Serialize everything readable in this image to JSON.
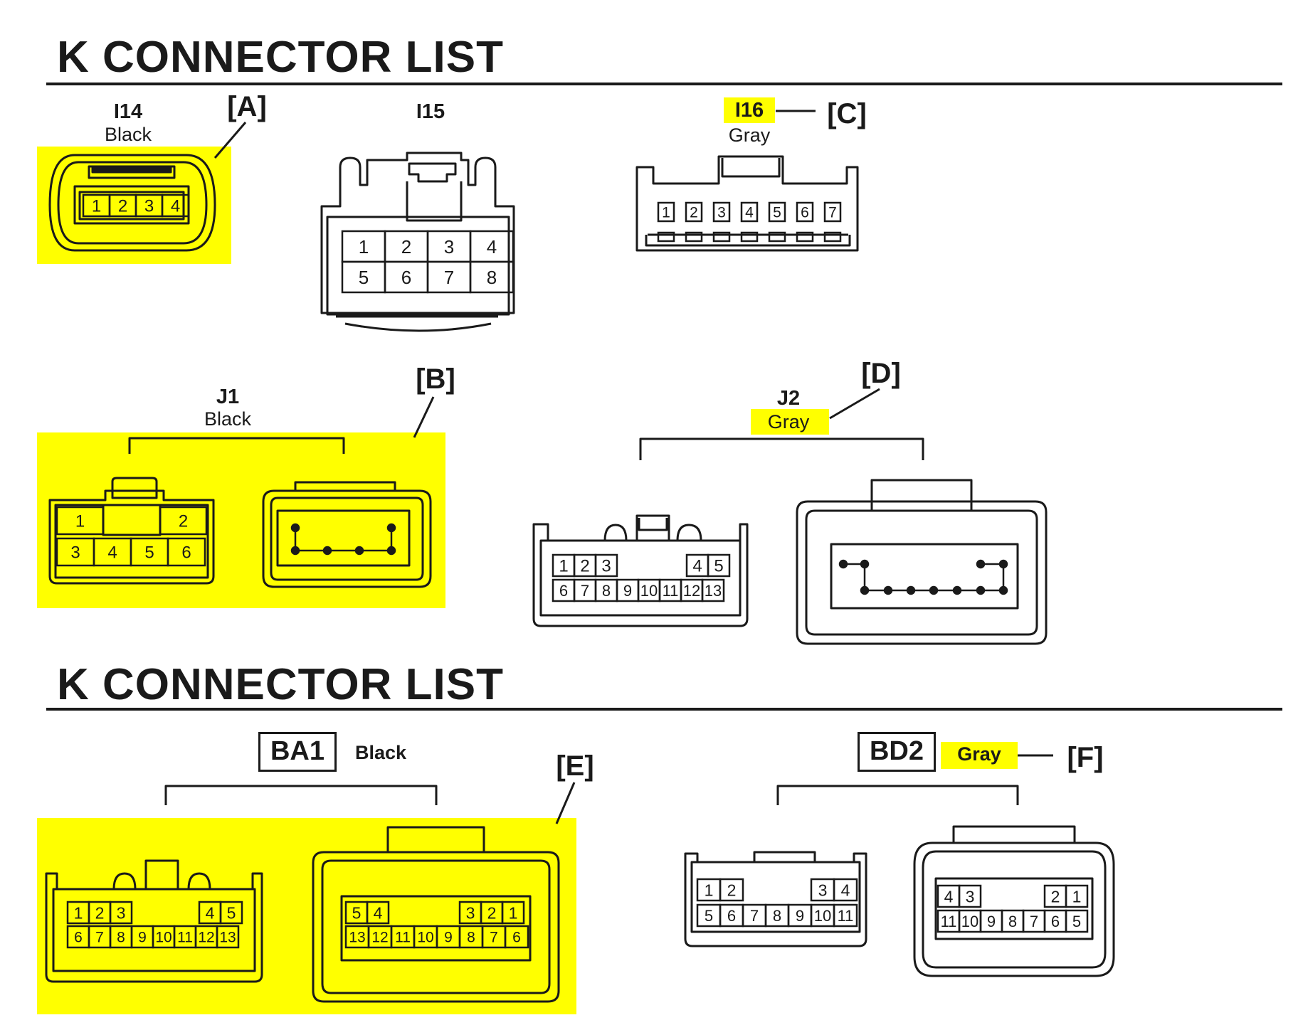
{
  "page_titles": [
    "K  CONNECTOR LIST",
    "K  CONNECTOR LIST"
  ],
  "highlight_color": "#ffff00",
  "connectors": {
    "I14": {
      "code": "I14",
      "color": "Black",
      "callout": "[A]",
      "pins": [
        "1",
        "2",
        "3",
        "4"
      ]
    },
    "I15": {
      "code": "I15",
      "pins": [
        "1",
        "2",
        "3",
        "4",
        "5",
        "6",
        "7",
        "8"
      ]
    },
    "I16": {
      "code": "I16",
      "color": "Gray",
      "callout": "[C]",
      "pins": [
        "1",
        "2",
        "3",
        "4",
        "5",
        "6",
        "7"
      ]
    },
    "J1": {
      "code": "J1",
      "color": "Black",
      "callout": "[B]",
      "pins": [
        "1",
        "2",
        "3",
        "4",
        "5",
        "6"
      ]
    },
    "J2": {
      "code": "J2",
      "color": "Gray",
      "callout": "[D]",
      "pins": [
        "1",
        "2",
        "3",
        "4",
        "5",
        "6",
        "7",
        "8",
        "9",
        "10",
        "11",
        "12",
        "13"
      ]
    },
    "BA1": {
      "code": "BA1",
      "color": "Black",
      "callout": "[E]",
      "pins_left": [
        "1",
        "2",
        "3",
        "4",
        "5",
        "6",
        "7",
        "8",
        "9",
        "10",
        "11",
        "12",
        "13"
      ],
      "pins_right": [
        "5",
        "4",
        "3",
        "2",
        "1",
        "13",
        "12",
        "11",
        "10",
        "9",
        "8",
        "7",
        "6"
      ]
    },
    "BD2": {
      "code": "BD2",
      "color": "Gray",
      "callout": "[F]",
      "pins_left": [
        "1",
        "2",
        "3",
        "4",
        "5",
        "6",
        "7",
        "8",
        "9",
        "10",
        "11"
      ],
      "pins_right": [
        "4",
        "3",
        "2",
        "1",
        "11",
        "10",
        "9",
        "8",
        "7",
        "6",
        "5"
      ]
    }
  }
}
